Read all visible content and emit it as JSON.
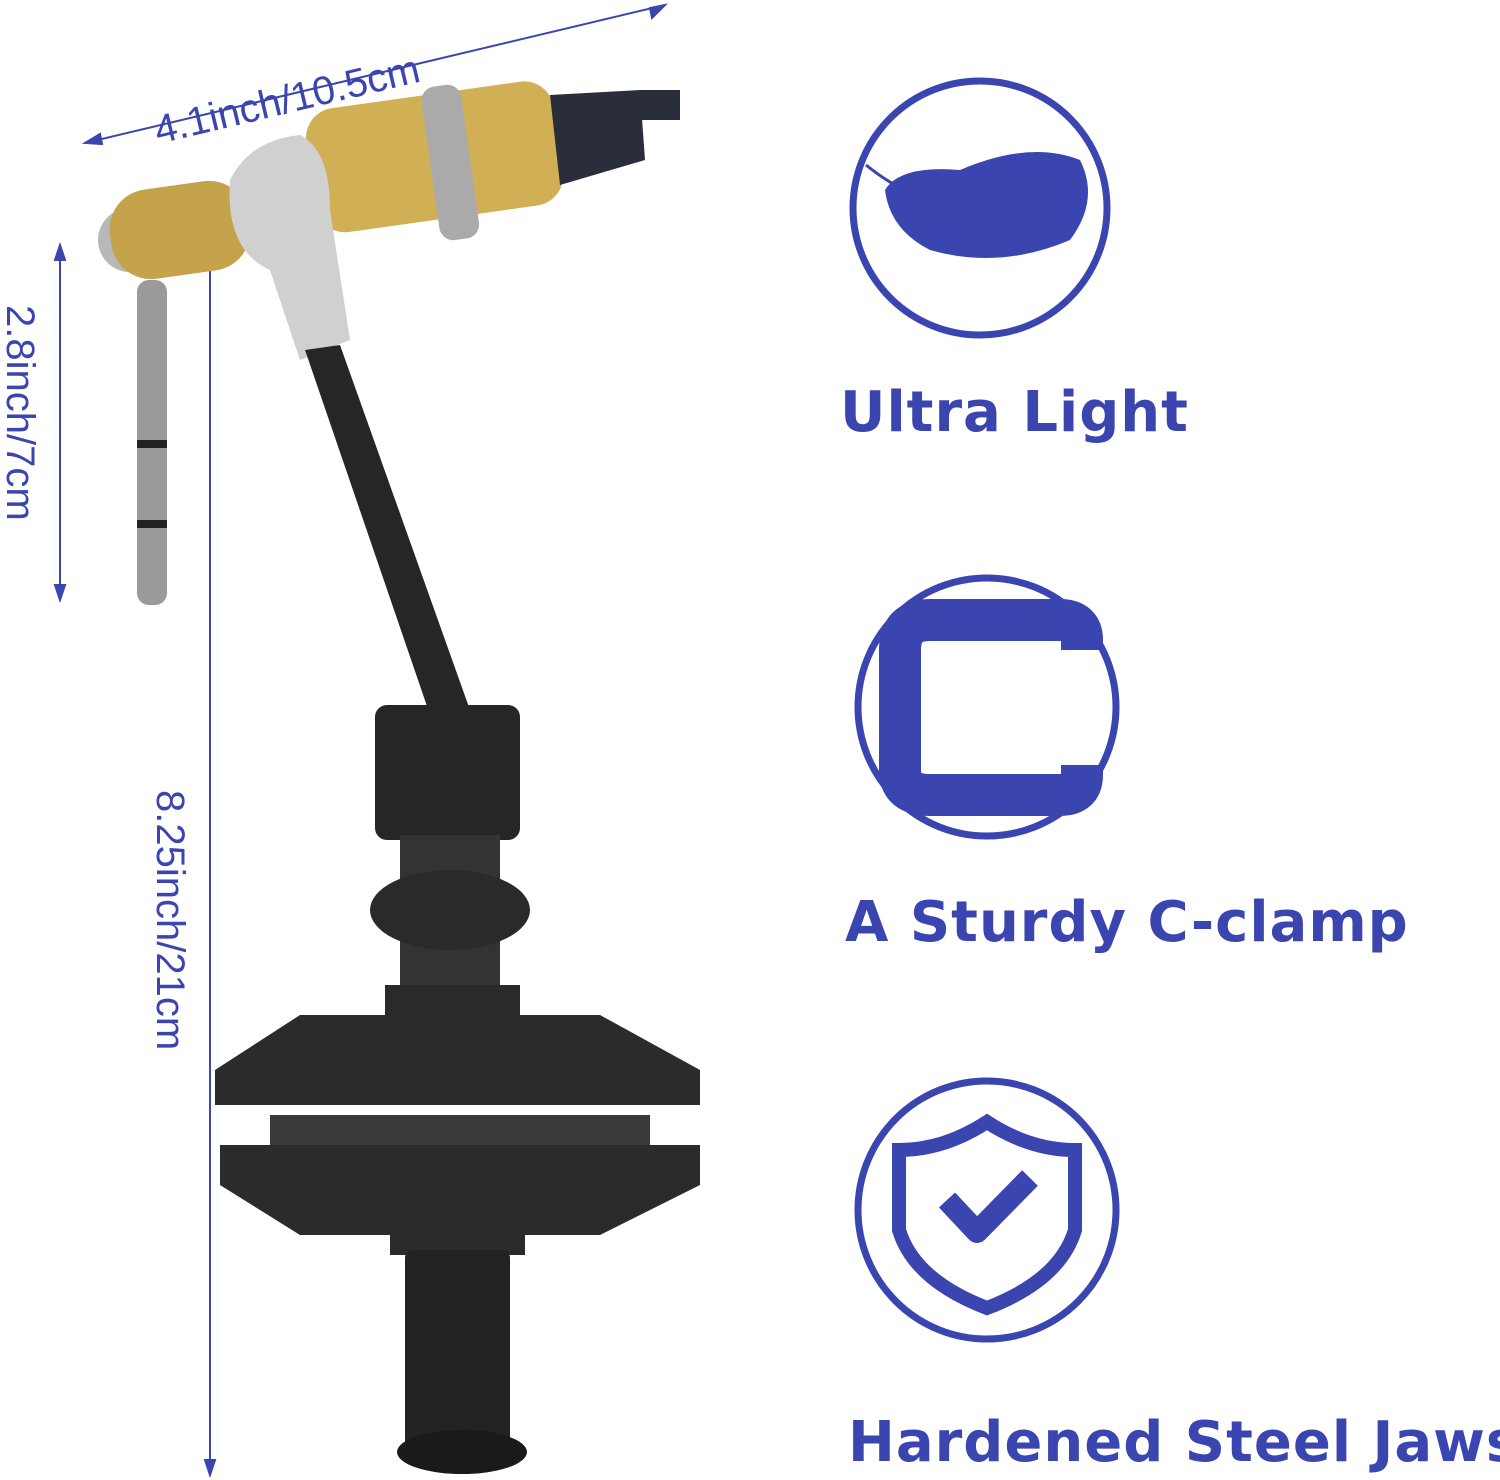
{
  "colors": {
    "accent": "#3a45b0",
    "gold": "#c9a94e",
    "black": "#1e1e1e",
    "silver": "#c8c8c8"
  },
  "dimensions": {
    "length": "4.1inch/10.5cm",
    "handle_height": "2.8inch/7cm",
    "total_height": "8.25inch/21cm"
  },
  "features": [
    {
      "icon": "feather-icon",
      "label": "Ultra Light"
    },
    {
      "icon": "c-clamp-icon",
      "label": "A Sturdy C-clamp"
    },
    {
      "icon": "shield-check-icon",
      "label": "Hardened Steel Jaws"
    }
  ]
}
